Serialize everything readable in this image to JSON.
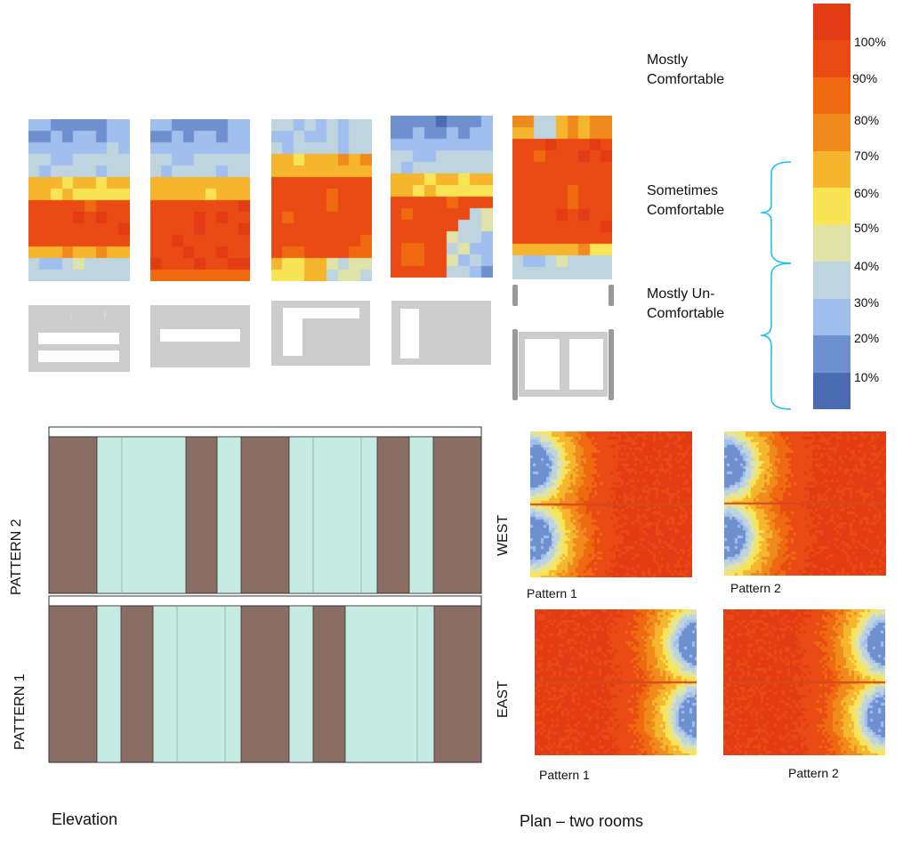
{
  "legend": {
    "categories": [
      "Mostly\nComfortable",
      "Sometimes\nComfortable",
      "Mostly Un-\nComfortable"
    ],
    "ticks": [
      "100%",
      "90%",
      "80%",
      "70%",
      "60%",
      "50%",
      "40%",
      "30%",
      "20%",
      "10%"
    ],
    "colors": [
      "#e33c14",
      "#ea4a13",
      "#ee6910",
      "#f08a1c",
      "#f5b52d",
      "#f9e456",
      "#dfe3a7",
      "#bed4df",
      "#a1bfee",
      "#6f90cf",
      "#4b6cb3"
    ]
  },
  "elevation": {
    "caption": "Elevation",
    "patterns": [
      "PATTERN 2",
      "PATTERN 1"
    ],
    "colors": {
      "wall": "#8a6e63",
      "glass": "#c6ebe3",
      "frame": "#ffffff"
    }
  },
  "plan": {
    "caption": "Plan – two rooms",
    "orientations": [
      "WEST",
      "EAST"
    ],
    "west_labels": [
      "Pattern 1",
      "Pattern 2"
    ],
    "east_labels": [
      "Pattern 1",
      "Pattern 2"
    ]
  }
}
